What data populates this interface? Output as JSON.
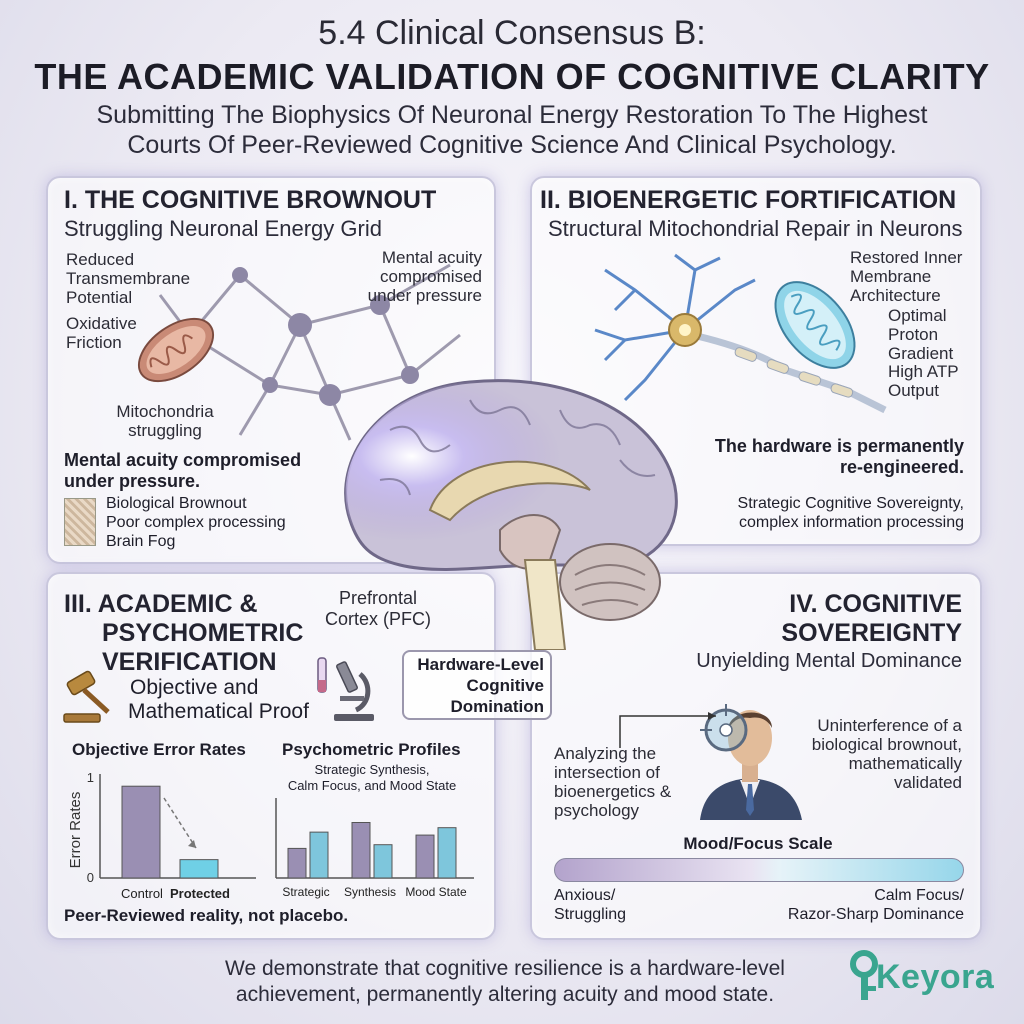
{
  "header": {
    "title_line1": "5.4 Clinical Consensus B:",
    "title_line2": "THE ACADEMIC VALIDATION OF COGNITIVE CLARITY",
    "subtitle_line1": "Submitting The Biophysics Of Neuronal Energy Restoration To The Highest",
    "subtitle_line2": "Courts Of Peer-Reviewed Cognitive Science And Clinical Psychology."
  },
  "panel1": {
    "title": "I. THE COGNITIVE BROWNOUT",
    "subtitle": "Struggling Neuronal Energy Grid",
    "label_potential": [
      "Reduced",
      "Transmembrane",
      "Potential"
    ],
    "label_friction": [
      "Oxidative",
      "Friction"
    ],
    "label_mental": [
      "Mental acuity",
      "compromised",
      "under pressure"
    ],
    "label_mito": [
      "Mitochondria",
      "struggling"
    ],
    "summary": [
      "Mental acuity compromised",
      "under pressure."
    ],
    "legend": [
      "Biological Brownout",
      "Poor complex processing",
      "Brain Fog"
    ]
  },
  "panel2": {
    "title": "II. BIOENERGETIC FORTIFICATION",
    "subtitle": "Structural Mitochondrial Repair in Neurons",
    "label_membrane": [
      "Restored Inner",
      "Membrane",
      "Architecture"
    ],
    "label_proton": [
      "Optimal",
      "Proton",
      "Gradient"
    ],
    "label_atp": [
      "High ATP",
      "Output"
    ],
    "summary": [
      "The hardware is permanently",
      "re-engineered."
    ],
    "footer": [
      "Strategic Cognitive Sovereignty,",
      "complex information processing"
    ]
  },
  "center": {
    "pfc_label": [
      "Prefrontal",
      "Cortex (PFC)"
    ],
    "callout": [
      "Hardware-Level",
      "Cognitive",
      "Domination"
    ]
  },
  "panel3": {
    "title": [
      "III. ACADEMIC &",
      "PSYCHOMETRIC",
      "VERIFICATION"
    ],
    "subtitle": [
      "Objective and",
      "Mathematical Proof"
    ],
    "footer": "Peer-Reviewed reality, not placebo."
  },
  "panel4": {
    "title": [
      "IV. COGNITIVE",
      "SOVEREIGNTY"
    ],
    "subtitle": "Unyielding Mental Dominance",
    "label_analyzing": [
      "Analyzing the",
      "intersection of",
      "bioenergetics &",
      "psychology"
    ],
    "label_uninterference": [
      "Uninterference of a",
      "biological brownout,",
      "mathematically",
      "validated"
    ],
    "scale_title": "Mood/Focus Scale",
    "scale_left": [
      "Anxious/",
      "Struggling"
    ],
    "scale_right": [
      "Calm Focus/",
      "Razor-Sharp Dominance"
    ]
  },
  "footer": {
    "line1": "We demonstrate that cognitive resilience is a hardware-level",
    "line2": "achievement, permanently altering acuity and mood state.",
    "brand": "Keyora"
  },
  "colors": {
    "bar_purple": "#9a8fb3",
    "bar_cyan": "#6fd0e6",
    "bar_blue": "#7ec6dc",
    "brand_teal": "#3aa58f"
  },
  "chart_data": [
    {
      "type": "bar",
      "title": "Objective Error Rates",
      "ylabel": "Error Rates",
      "categories": [
        "Control",
        "Protected"
      ],
      "values": [
        0.9,
        0.18
      ],
      "ylim": [
        0,
        1
      ],
      "yticks": [
        "1",
        "0"
      ],
      "grid": false
    },
    {
      "type": "bar",
      "title": "Psychometric Profiles",
      "subtitle": [
        "Strategic Synthesis,",
        "Calm Focus, and Mood State"
      ],
      "categories": [
        "Strategic",
        "Synthesis",
        "Mood State"
      ],
      "series": [
        {
          "values": [
            0.4,
            0.75,
            0.58
          ]
        },
        {
          "values": [
            0.62,
            0.45,
            0.68
          ]
        }
      ],
      "ylim": [
        0,
        1
      ],
      "grid": false
    }
  ]
}
